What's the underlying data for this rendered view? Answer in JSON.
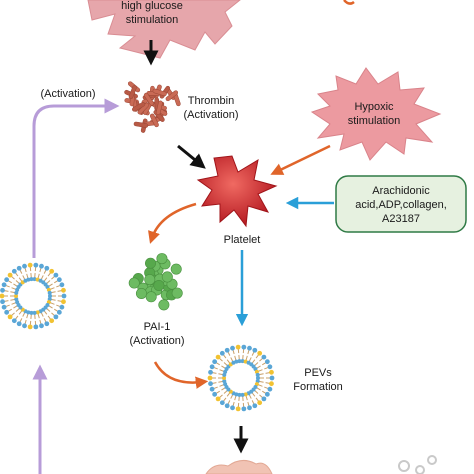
{
  "labels": {
    "glucose_line1": "high glucose",
    "glucose_line2": "stimulation",
    "activation_left": "(Activation)",
    "thrombin_line1": "Thrombin",
    "thrombin_line2": "(Activation)",
    "hypoxic_line1": "Hypoxic",
    "hypoxic_line2": "stimulation",
    "agonist_line1": "Arachidonic",
    "agonist_line2": "acid,ADP,collagen,",
    "agonist_line3": "A23187",
    "platelet": "Platelet",
    "pai_line1": "PAI-1",
    "pai_line2": "(Activation)",
    "pevs_line1": "PEVs",
    "pevs_line2": "Formation"
  },
  "colors": {
    "burst_fill": "#e6a6ab",
    "hypoxic_fill": "#ec9aa0",
    "thrombin": "#c96a55",
    "platelet": "#d8262d",
    "pai": "#6dbb62",
    "agonist_box_fill": "#e6f1e0",
    "agonist_box_stroke": "#2f7a45",
    "arrow_black": "#111111",
    "arrow_orange": "#e0652a",
    "arrow_blue": "#2a9fd8",
    "arrow_purple": "#b79cd8",
    "lipid_head_blue": "#5aa6d6",
    "lipid_head_yellow": "#f1c232",
    "lipid_tail": "#c9a06a"
  }
}
